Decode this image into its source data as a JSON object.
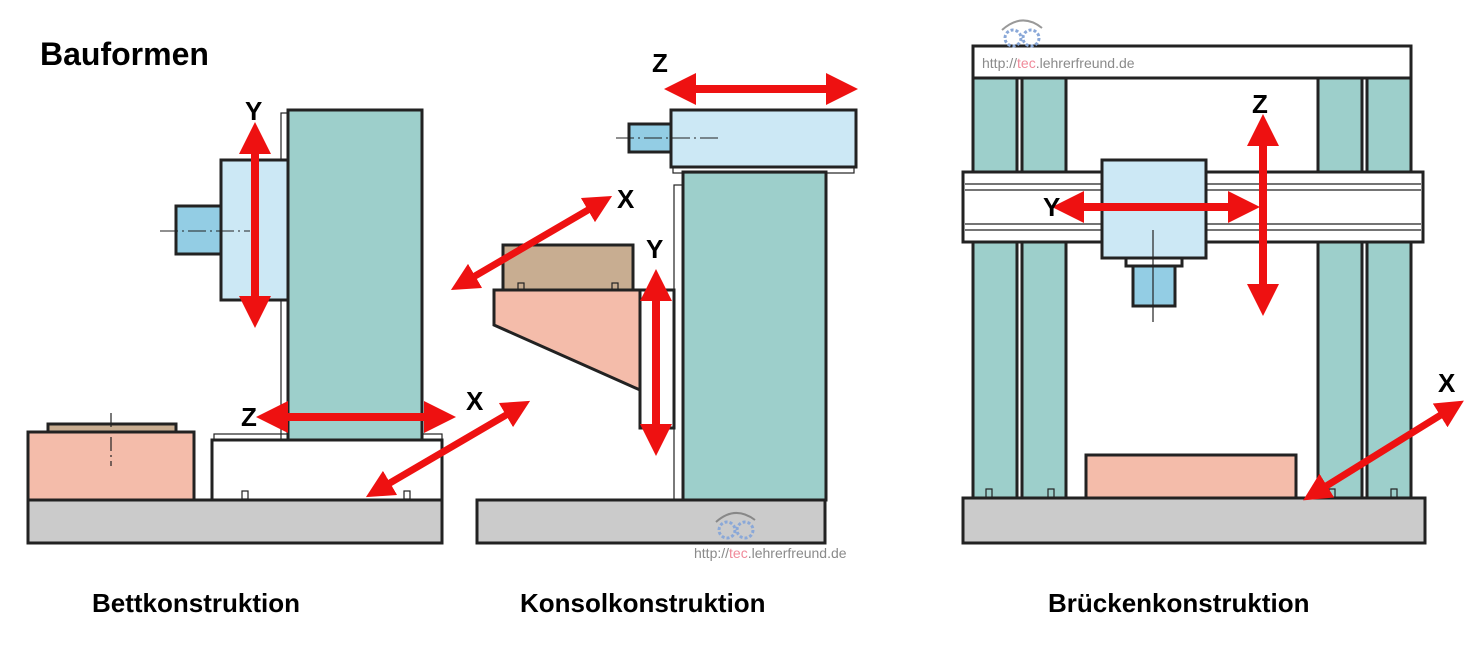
{
  "title": "Bauformen",
  "colors": {
    "column": "#9dcfcb",
    "spindle_head": "#cce8f5",
    "spindle": "#93cde4",
    "workpiece": "#f4bcaa",
    "table_top": "#c8ad91",
    "base": "#cbcbcb",
    "arrow": "#ee1111",
    "outline": "#222222"
  },
  "diagrams": [
    {
      "name": "Bettkonstruktion",
      "caption": "Bettkonstruktion",
      "axes": [
        {
          "label": "Y",
          "direction": "vertical"
        },
        {
          "label": "Z",
          "direction": "horizontal"
        },
        {
          "label": "X",
          "direction": "diagonal"
        }
      ]
    },
    {
      "name": "Konsolkonstruktion",
      "caption": "Konsolkonstruktion",
      "axes": [
        {
          "label": "Z",
          "direction": "horizontal"
        },
        {
          "label": "X",
          "direction": "diagonal"
        },
        {
          "label": "Y",
          "direction": "vertical"
        }
      ],
      "watermark": {
        "prefix": "http://",
        "accent": "tec",
        "suffix": ".lehrerfreund.de"
      }
    },
    {
      "name": "Brückenkonstruktion",
      "caption": "Brückenkonstruktion",
      "axes": [
        {
          "label": "Z",
          "direction": "vertical"
        },
        {
          "label": "Y",
          "direction": "horizontal"
        },
        {
          "label": "X",
          "direction": "diagonal"
        }
      ],
      "watermark": {
        "prefix": "http://",
        "accent": "tec",
        "suffix": ".lehrerfreund.de"
      }
    }
  ]
}
